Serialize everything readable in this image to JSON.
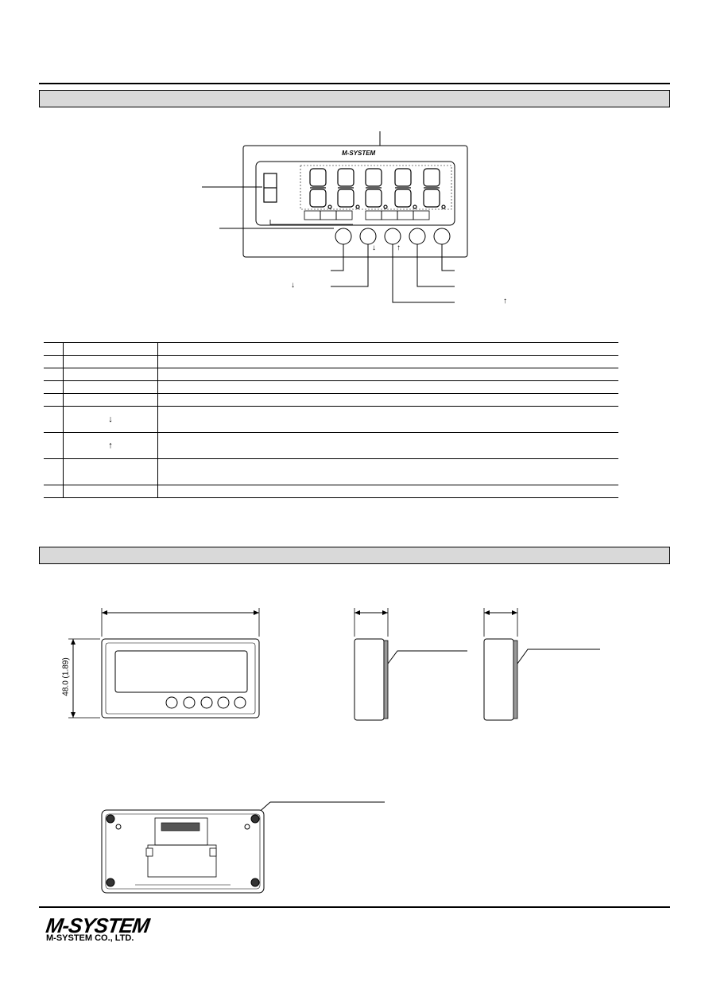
{
  "panel": {
    "brand": "M-SYSTEM",
    "key_down_arrow": "↓",
    "key_up_arrow": "↑",
    "callout_down_arrow": "↓",
    "callout_up_arrow": "↑"
  },
  "function_table": {
    "rows": [
      {
        "no": "",
        "name": "",
        "desc": ""
      },
      {
        "no": "",
        "name": "",
        "desc": ""
      },
      {
        "no": "",
        "name": "",
        "desc": ""
      },
      {
        "no": "",
        "name": "",
        "desc": ""
      },
      {
        "no": "",
        "name": "",
        "desc": ""
      },
      {
        "no": "",
        "name": "↓",
        "desc": ""
      },
      {
        "no": "",
        "name": "↑",
        "desc": ""
      },
      {
        "no": "",
        "name": "",
        "desc": ""
      },
      {
        "no": "",
        "name": "",
        "desc": ""
      }
    ]
  },
  "dimensions": {
    "front_height_label": "48.0 (1.89)"
  },
  "footer": {
    "logo": "M-SYSTEM",
    "company": "M-SYSTEM CO., LTD."
  }
}
